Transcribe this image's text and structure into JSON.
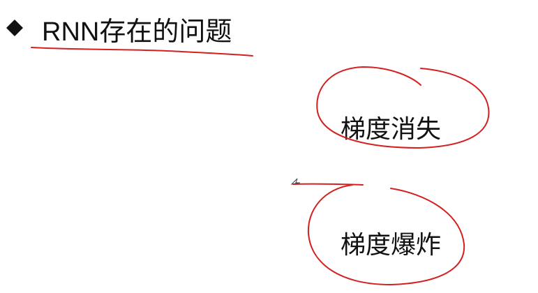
{
  "slide": {
    "title": "RNN存在的问题",
    "items": [
      "梯度消失",
      "梯度爆炸"
    ]
  },
  "colors": {
    "ink": "#d42020",
    "text": "#111111"
  }
}
